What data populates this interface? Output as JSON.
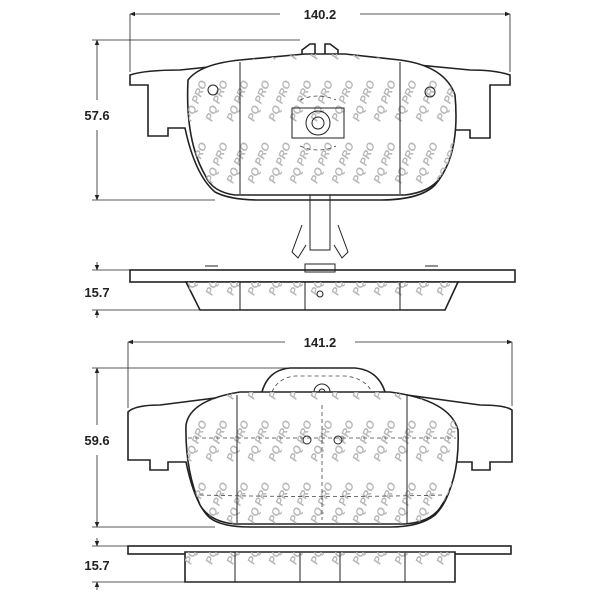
{
  "dimensions": {
    "top_width": "140.2",
    "top_height": "57.6",
    "top_thickness": "15.7",
    "bottom_width": "141.2",
    "bottom_height": "59.6",
    "bottom_thickness": "15.7"
  },
  "watermark": "PQ PRO",
  "colors": {
    "line": "#222222",
    "watermark": "#b8b8b8",
    "background": "#ffffff"
  }
}
